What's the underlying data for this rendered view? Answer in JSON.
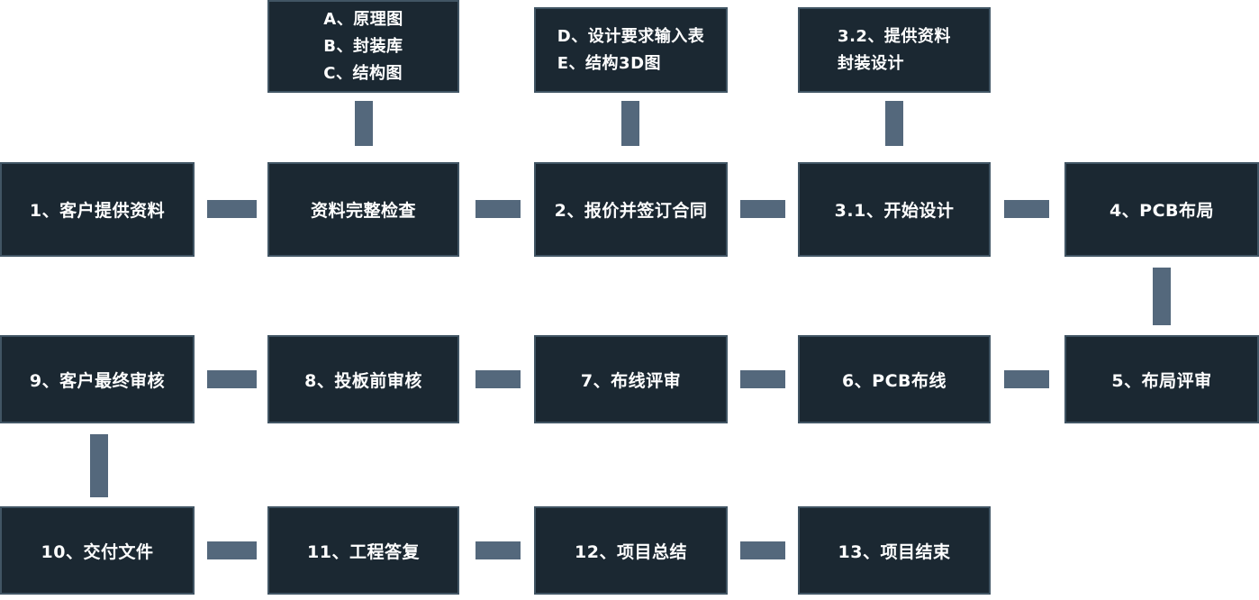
{
  "flowchart": {
    "colors": {
      "node_bg": "#1b2832",
      "node_border": "#415564",
      "node_text": "#ffffff",
      "connector": "#54687c",
      "background": "#ffffff"
    },
    "annotations": [
      {
        "lines": [
          "A、原理图",
          "B、封装库",
          "C、结构图"
        ]
      },
      {
        "lines": [
          "D、设计要求输入表",
          "E、结构3D图"
        ]
      },
      {
        "lines": [
          "3.2、提供资料",
          "封装设计"
        ]
      }
    ],
    "row1": [
      "1、客户提供资料",
      "资料完整检查",
      "2、报价并签订合同",
      "3.1、开始设计",
      "4、PCB布局"
    ],
    "row2": [
      "9、客户最终审核",
      "8、投板前审核",
      "7、布线评审",
      "6、PCB布线",
      "5、布局评审"
    ],
    "row3": [
      "10、交付文件",
      "11、工程答复",
      "12、项目总结",
      "13、项目结束"
    ]
  }
}
